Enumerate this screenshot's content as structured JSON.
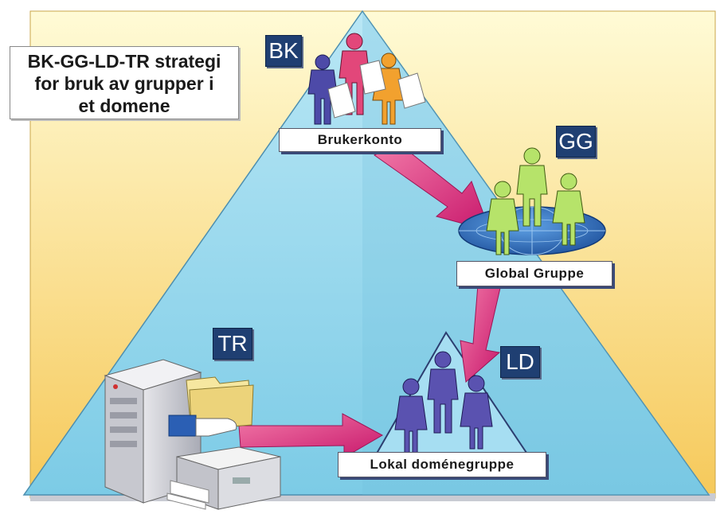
{
  "title": {
    "lines": [
      "BK-GG-LD-TR strategi",
      "for bruk av grupper i",
      "et domene"
    ]
  },
  "nodes": {
    "bk": {
      "abbr": "BK",
      "label": "Brukerkonto"
    },
    "gg": {
      "abbr": "GG",
      "label": "Global Gruppe"
    },
    "ld": {
      "abbr": "LD",
      "label": "Lokal doménegruppe"
    },
    "tr": {
      "abbr": "TR"
    }
  },
  "colors": {
    "background_top": "#fff9cc",
    "background_bottom": "#f6c95a",
    "pyramid": "#8fd6ee",
    "arrow": "#d0287a",
    "abbr_box": "#1f3f72",
    "figure_user_blue": "#4d4aa8",
    "figure_user_pink": "#e2477a",
    "figure_user_orange": "#f2a12e",
    "figure_global": "#b6e36a",
    "figure_local": "#5a52b0",
    "globe": "#2d6fc0"
  },
  "icons": [
    "user-figure-icon",
    "document-icon",
    "globe-icon",
    "server-icon",
    "folder-icon",
    "hand-icon",
    "printer-icon"
  ]
}
